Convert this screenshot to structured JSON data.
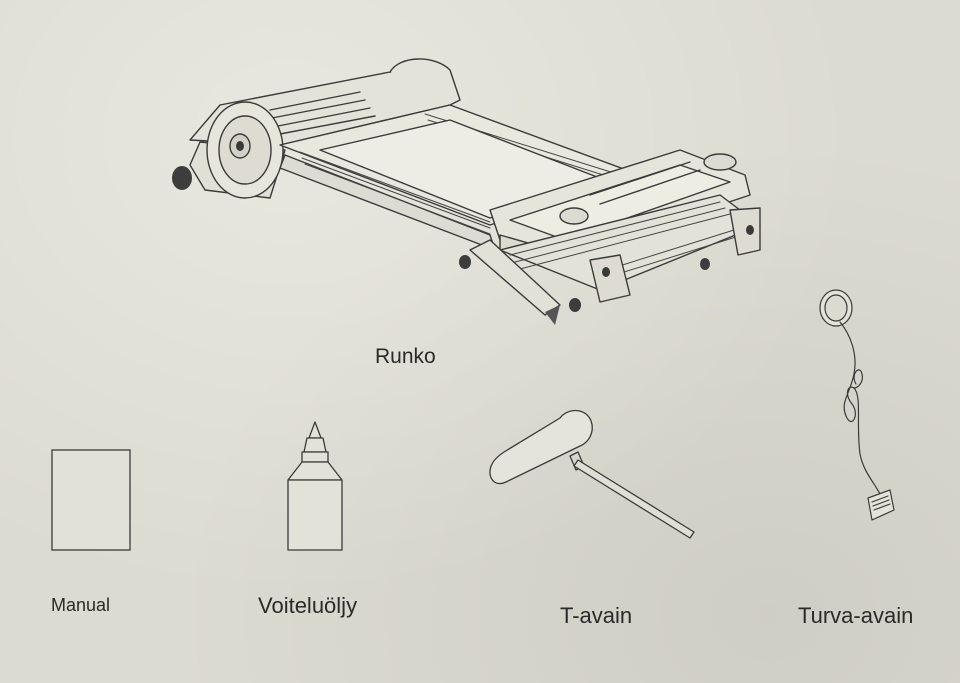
{
  "page": {
    "background_color": "#dcdbd1",
    "line_color": "#3a3a3a"
  },
  "parts": {
    "frame": {
      "label": "Runko",
      "icon": "treadmill-frame-icon"
    },
    "manual": {
      "label": "Manual",
      "icon": "manual-booklet-icon"
    },
    "oil": {
      "label": "Voiteluöljy",
      "icon": "lubricant-bottle-icon"
    },
    "t_key": {
      "label": "T-avain",
      "icon": "t-handle-hex-key-icon"
    },
    "safety_key": {
      "label": "Turva-avain",
      "icon": "safety-key-clip-icon"
    }
  }
}
